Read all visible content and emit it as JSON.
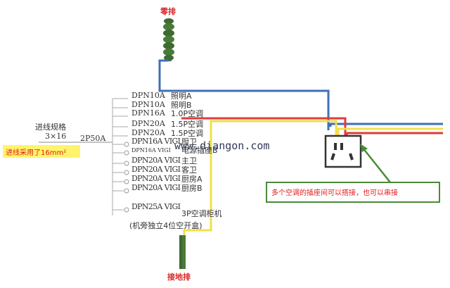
{
  "labels": {
    "neutral_bar": "零排",
    "ground_bar": "接地排",
    "incoming_spec": "进线规格",
    "incoming_size": "3×16",
    "main_breaker": "2P50A",
    "incoming_cable": "进线采用了16mm²",
    "watermark": "www.diangon.com",
    "note": "多个空调的插座间可以搭接，也可以串接"
  },
  "breakers": [
    {
      "model": "DPN10A",
      "load": "照明A"
    },
    {
      "model": "DPN10A",
      "load": "照明B"
    },
    {
      "model": "DPN16A",
      "load": "1.0P空调"
    },
    {
      "model": "DPN20A",
      "load": "1.5P空调"
    },
    {
      "model": "DPN20A",
      "load": "1.5P空调"
    },
    {
      "model": "DPN16A VIGI",
      "load": "厨卫"
    },
    {
      "model": "DPN16A VIGI",
      "load": "电源插座B"
    },
    {
      "model": "DPN20A VIGI",
      "load": "主卫"
    },
    {
      "model": "DPN20A VIGI",
      "load": "客卫"
    },
    {
      "model": "DPN20A VIGI",
      "load": "厨房A"
    },
    {
      "model": "DPN20A VIGI",
      "load": "厨房B"
    },
    {
      "model": "DPN25A VIGI",
      "load": "3P空调柜机"
    }
  ],
  "breaker_note": "(机旁独立4位空开盒)",
  "colors": {
    "neutral_wire": "#3f6fb8",
    "live_wire": "#e23a3a",
    "ground_wire": "#f0e04a",
    "busbar": "#4a7a3a",
    "callout_border": "#4a8a3a",
    "highlight": "#fff46a"
  }
}
